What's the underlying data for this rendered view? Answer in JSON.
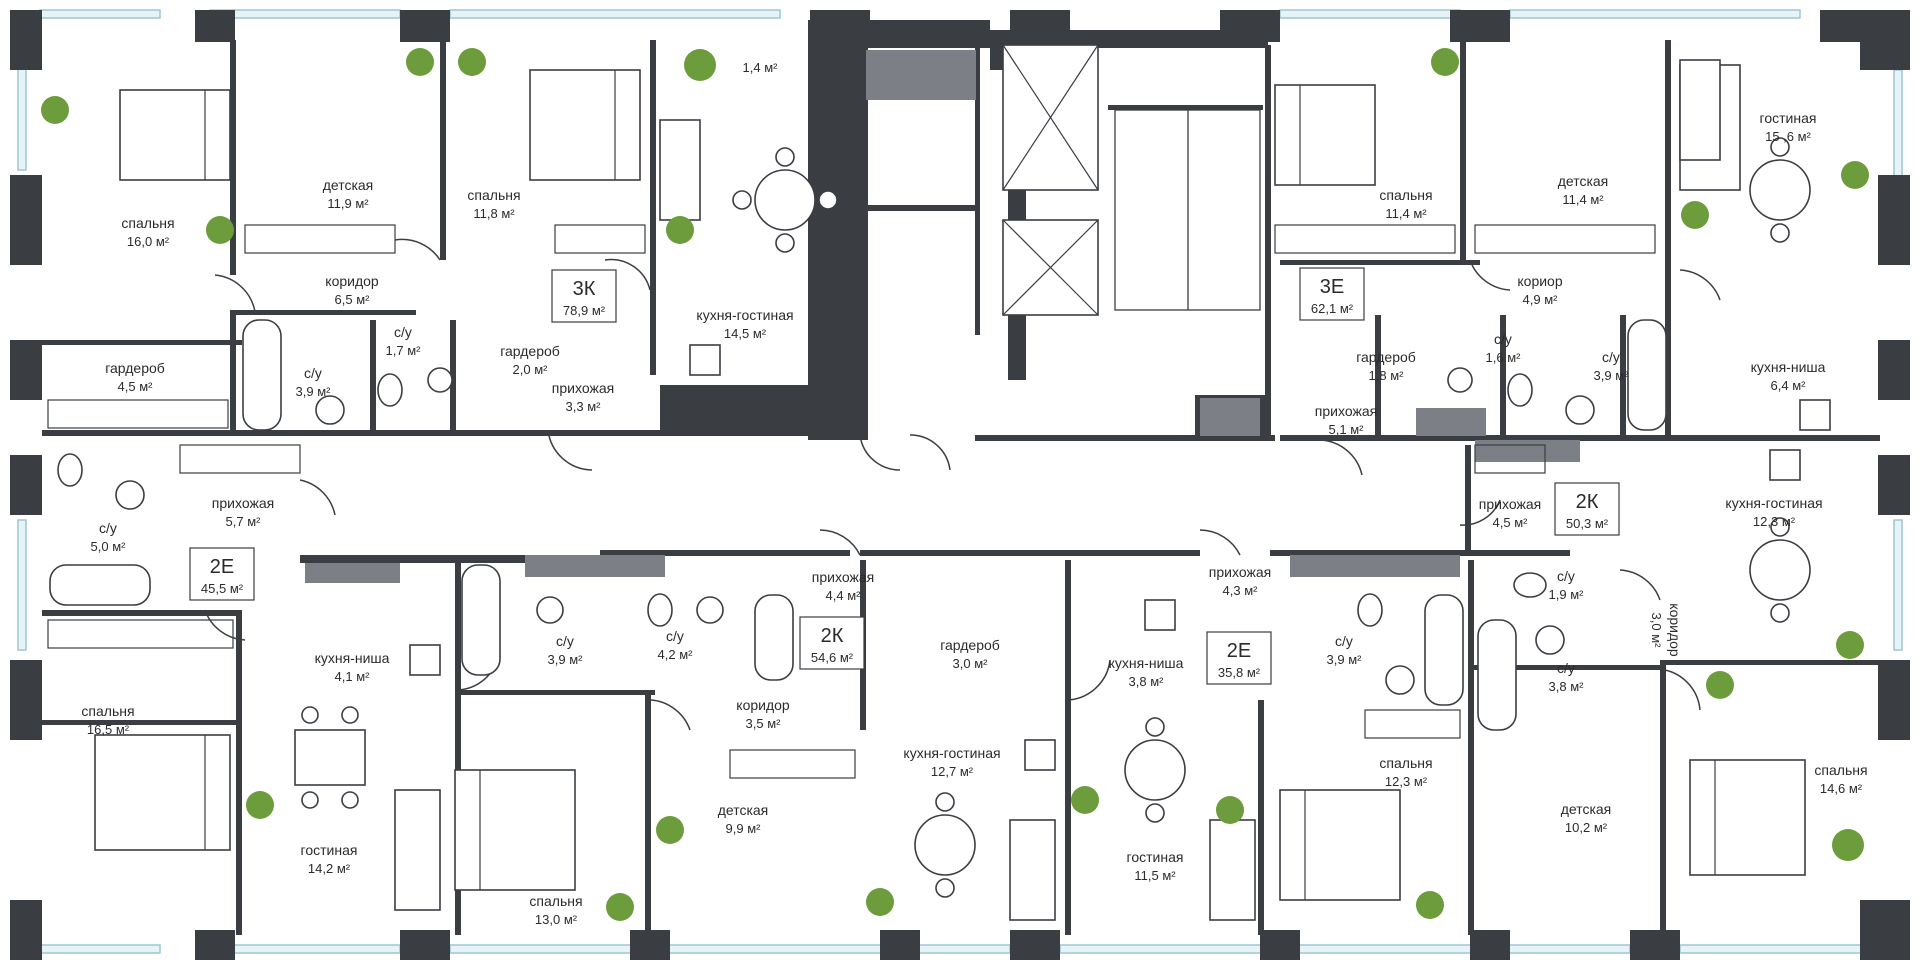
{
  "plan_title": "",
  "area_unit": "м²",
  "apartments": [
    {
      "id": "apt-3k",
      "code": "3К",
      "total": "78,9 м²"
    },
    {
      "id": "apt-3e",
      "code": "3Е",
      "total": "62,1 м²"
    },
    {
      "id": "apt-2e-left",
      "code": "2Е",
      "total": "45,5 м²"
    },
    {
      "id": "apt-2k-center",
      "code": "2К",
      "total": "54,6 м²"
    },
    {
      "id": "apt-2e-center",
      "code": "2Е",
      "total": "35,8 м²"
    },
    {
      "id": "apt-2k-right",
      "code": "2К",
      "total": "50,3 м²"
    }
  ],
  "rooms": [
    {
      "id": "r01",
      "name": "спальня",
      "area": "16,0 м²"
    },
    {
      "id": "r02",
      "name": "детская",
      "area": "11,9 м²"
    },
    {
      "id": "r03",
      "name": "спальня",
      "area": "11,8 м²"
    },
    {
      "id": "r04",
      "name": "",
      "area": "1,4 м²"
    },
    {
      "id": "r05",
      "name": "коридор",
      "area": "6,5 м²"
    },
    {
      "id": "r06",
      "name": "кухня-гостиная",
      "area": "14,5 м²"
    },
    {
      "id": "r07",
      "name": "гардероб",
      "area": "4,5 м²"
    },
    {
      "id": "r08",
      "name": "с/у",
      "area": "3,9 м²"
    },
    {
      "id": "r09",
      "name": "с/у",
      "area": "1,7 м²"
    },
    {
      "id": "r10",
      "name": "гардероб",
      "area": "2,0 м²"
    },
    {
      "id": "r11",
      "name": "прихожая",
      "area": "3,3 м²"
    },
    {
      "id": "r12",
      "name": "спальня",
      "area": "11,4 м²"
    },
    {
      "id": "r13",
      "name": "детская",
      "area": "11,4 м²"
    },
    {
      "id": "r14",
      "name": "гостиная",
      "area": "15 ,6 м²"
    },
    {
      "id": "r15",
      "name": "кориор",
      "area": "4,9 м²"
    },
    {
      "id": "r16",
      "name": "гардероб",
      "area": "1,8 м²"
    },
    {
      "id": "r17",
      "name": "с/у",
      "area": "1,6 м²"
    },
    {
      "id": "r18",
      "name": "с/у",
      "area": "3,9 м²"
    },
    {
      "id": "r19",
      "name": "кухня-ниша",
      "area": "6,4 м²"
    },
    {
      "id": "r20",
      "name": "прихожая",
      "area": "5,1 м²"
    },
    {
      "id": "r21",
      "name": "прихожая",
      "area": "5,7 м²"
    },
    {
      "id": "r22",
      "name": "с/у",
      "area": "5,0 м²"
    },
    {
      "id": "r23",
      "name": "прихожая",
      "area": "4,4 м²"
    },
    {
      "id": "r24",
      "name": "прихожая",
      "area": "4,3 м²"
    },
    {
      "id": "r25",
      "name": "прихожая",
      "area": "4,5 м²"
    },
    {
      "id": "r26",
      "name": "кухня-гостиная",
      "area": "12,3 м²"
    },
    {
      "id": "r27",
      "name": "кухня-ниша",
      "area": "4,1 м²"
    },
    {
      "id": "r28",
      "name": "с/у",
      "area": "3,9 м²"
    },
    {
      "id": "r29",
      "name": "с/у",
      "area": "4,2 м²"
    },
    {
      "id": "r30",
      "name": "гардероб",
      "area": "3,0 м²"
    },
    {
      "id": "r31",
      "name": "кухня-ниша",
      "area": "3,8 м²"
    },
    {
      "id": "r32",
      "name": "с/у",
      "area": "3,9 м²"
    },
    {
      "id": "r33",
      "name": "с/у",
      "area": "1,9 м²"
    },
    {
      "id": "r34",
      "name": "коридор",
      "area": "3,0 м²"
    },
    {
      "id": "r35",
      "name": "с/у",
      "area": "3,8 м²"
    },
    {
      "id": "r36",
      "name": "спальня",
      "area": "16,5 м²"
    },
    {
      "id": "r37",
      "name": "коридор",
      "area": "3,5 м²"
    },
    {
      "id": "r38",
      "name": "кухня-гостиная",
      "area": "12,7 м²"
    },
    {
      "id": "r39",
      "name": "гостиная",
      "area": "14,2 м²"
    },
    {
      "id": "r40",
      "name": "спальня",
      "area": "13,0 м²"
    },
    {
      "id": "r41",
      "name": "детская",
      "area": "9,9 м²"
    },
    {
      "id": "r42",
      "name": "гостиная",
      "area": "11,5 м²"
    },
    {
      "id": "r43",
      "name": "спальня",
      "area": "12,3 м²"
    },
    {
      "id": "r44",
      "name": "детская",
      "area": "10,2 м²"
    },
    {
      "id": "r45",
      "name": "спальня",
      "area": "14,6 м²"
    }
  ],
  "colors": {
    "wall": "#3a3d42",
    "shaft": "#7c7f85",
    "window": "#9fc6d4",
    "plant": "#6d9c3c"
  },
  "icons": [
    "bed-icon",
    "table-icon",
    "chair-icon",
    "bathtub-icon",
    "toilet-icon",
    "sink-icon",
    "stove-icon",
    "sofa-icon",
    "plant-icon",
    "elevator-icon",
    "stairs-icon"
  ]
}
